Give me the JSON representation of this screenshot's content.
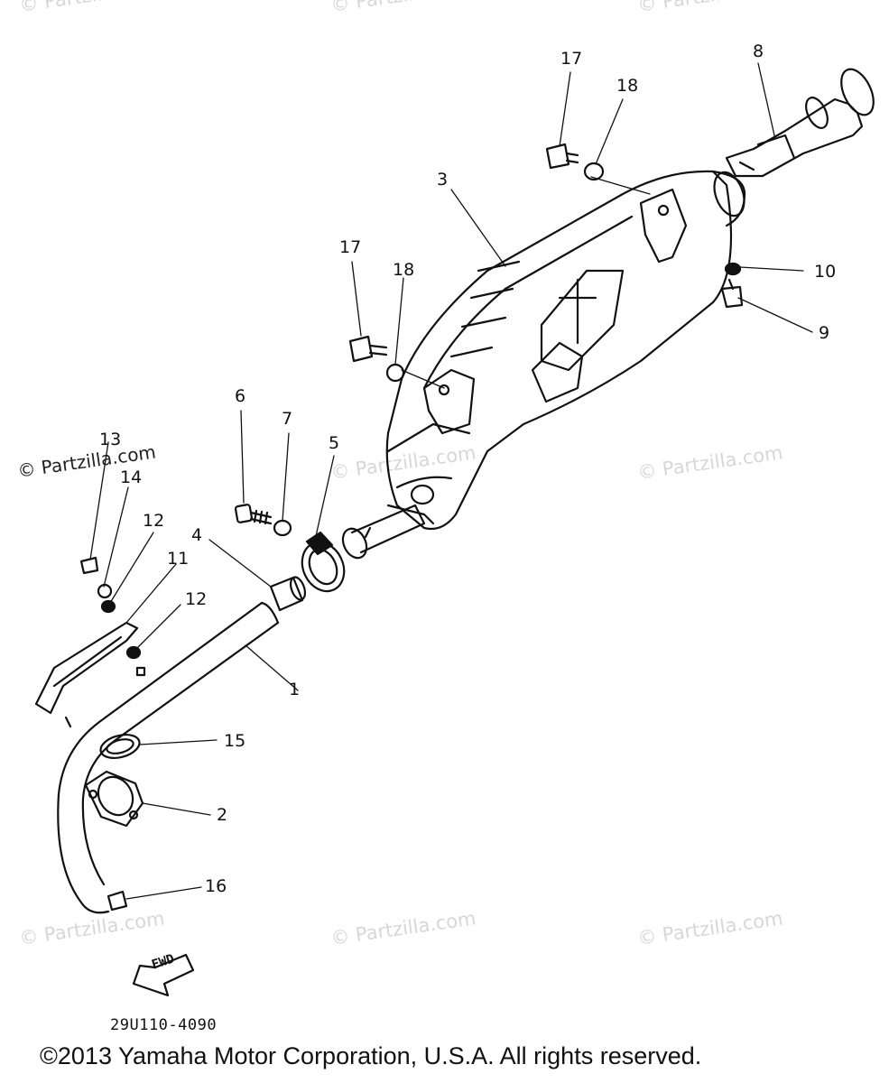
{
  "watermarks": [
    "© Partzilla.com",
    "© Partzilla.com",
    "© Partzilla.com",
    "© Partzilla.com",
    "© Partzilla.com",
    "© Partzilla.com",
    "© Partzilla.com",
    "© Partzilla.com",
    "© Partzilla.com",
    "© Partzilla.com"
  ],
  "watermark_emphasis": "© Partzilla.com",
  "callouts": {
    "c1": "1",
    "c2": "2",
    "c3": "3",
    "c4": "4",
    "c5": "5",
    "c6": "6",
    "c7": "7",
    "c8": "8",
    "c9": "9",
    "c10": "10",
    "c11": "11",
    "c12a": "12",
    "c12b": "12",
    "c13": "13",
    "c14": "14",
    "c15": "15",
    "c16": "16",
    "c17a": "17",
    "c17b": "17",
    "c18a": "18",
    "c18b": "18"
  },
  "fwd_arrow": "FWD",
  "diagram_code": "29U110-4090",
  "copyright": "©2013 Yamaha Motor Corporation, U.S.A. All rights reserved.",
  "colors": {
    "ink": "#111111",
    "watermark": "#d7d7d7",
    "background": "#ffffff"
  }
}
